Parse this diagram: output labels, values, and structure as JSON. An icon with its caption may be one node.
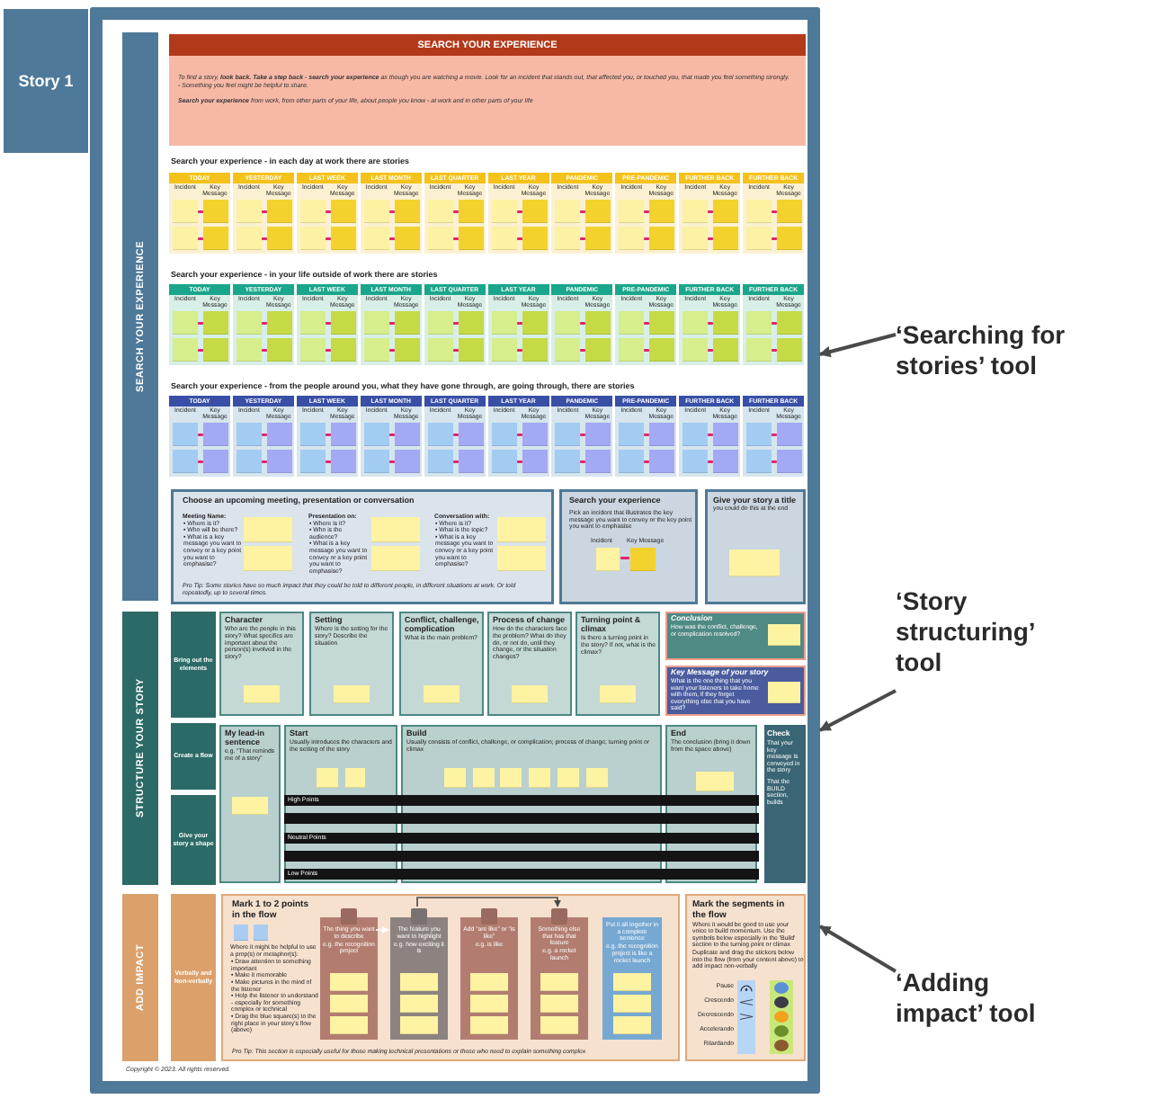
{
  "diagram": {
    "nodes": [
      {
        "text": [
          "Story 1"
        ]
      },
      {
        "text": [],
        "shape": "box"
      },
      {
        "text": [
          "SEARCH YOUR EXPERIENCE"
        ],
        "in": 1
      },
      {
        "text": [
          "SEARCH YOUR EXPERIENCE",
          "To find a story, **look back. Take a step back - search your experience** as though you are watching a movie. Look for an incident that stands out, that affected you, or touched you, that made you feel something strongly. - Something you feel might be helpful to share.",
          "**Search your experience** from work, from other parts of your life, about people you know - at work and in other parts of your life"
        ],
        "in": 1
      },
      {
        "text": [
          "TODAY",
          "Incident",
          "Key Message"
        ],
        "in": 1
      },
      {
        "text": [
          "YESTERDAY",
          "Incident",
          "Key Message"
        ],
        "in": 1
      },
      {
        "text": [
          "LAST WEEK",
          "Incident",
          "Key Message"
        ],
        "in": 1
      },
      {
        "text": [
          "LAST MONTH",
          "Incident",
          "Key Message"
        ],
        "in": 1
      },
      {
        "text": [
          "LAST QUARTER",
          "Incident",
          "Key Message"
        ],
        "in": 1
      },
      {
        "text": [
          "LAST YEAR",
          "Incident",
          "Key Message"
        ],
        "in": 1
      },
      {
        "text": [
          "PANDEMIC",
          "Incident",
          "Key Message"
        ],
        "in": 1
      },
      {
        "text": [
          "PRE-PANDEMIC",
          "Incident",
          "Key Message"
        ],
        "in": 1
      },
      {
        "text": [
          "FURTHER BACK",
          "Incident",
          "Key Message"
        ],
        "in": 1
      },
      {
        "text": [
          "FURTHER BACK",
          "Incident",
          "Key Message"
        ],
        "in": 1
      },
      {
        "text": [
          "TODAY",
          "Incident",
          "Key Message"
        ],
        "in": 1
      },
      {
        "text": [
          "YESTERDAY",
          "Incident",
          "Key Message"
        ],
        "in": 1
      },
      {
        "text": [
          "LAST WEEK",
          "Incident",
          "Key Message"
        ],
        "in": 1
      },
      {
        "text": [
          "LAST MONTH",
          "Incident",
          "Key Message"
        ],
        "in": 1
      },
      {
        "text": [
          "LAST QUARTER",
          "Incident",
          "Key Message"
        ],
        "in": 1
      },
      {
        "text": [
          "LAST YEAR",
          "Incident",
          "Key Message"
        ],
        "in": 1
      },
      {
        "text": [
          "PANDEMIC",
          "Incident",
          "Key Message"
        ],
        "in": 1
      },
      {
        "text": [
          "PRE-PANDEMIC",
          "Incident",
          "Key Message"
        ],
        "in": 1
      },
      {
        "text": [
          "FURTHER BACK",
          "Incident",
          "Key Message"
        ],
        "in": 1
      },
      {
        "text": [
          "FURTHER BACK",
          "Incident",
          "Key Message"
        ],
        "in": 1
      },
      {
        "text": [
          "TODAY",
          "Incident",
          "Key Message"
        ],
        "in": 1
      },
      {
        "text": [
          "YESTERDAY",
          "Incident",
          "Key Message"
        ],
        "in": 1
      },
      {
        "text": [
          "LAST WEEK",
          "Incident",
          "Key Message"
        ],
        "in": 1
      },
      {
        "text": [
          "LAST MONTH",
          "Incident",
          "Key Message"
        ],
        "in": 1
      },
      {
        "text": [
          "LAST QUARTER",
          "Incident",
          "Key Message"
        ],
        "in": 1
      },
      {
        "text": [
          "LAST YEAR",
          "Incident",
          "Key Message"
        ],
        "in": 1
      },
      {
        "text": [
          "PANDEMIC",
          "Incident",
          "Key Message"
        ],
        "in": 1
      },
      {
        "text": [
          "PRE-PANDEMIC",
          "Incident",
          "Key Message"
        ],
        "in": 1
      },
      {
        "text": [
          "FURTHER BACK",
          "Incident",
          "Key Message"
        ],
        "in": 1
      },
      {
        "text": [
          "FURTHER BACK",
          "Incident",
          "Key Message"
        ],
        "in": 1
      },
      {
        "text": [
          "Choose an upcoming meeting, presentation or conversation",
          "Meeting Name:",
          "• Where is it?",
          "• Who will be there?",
          "• What is a key message you want to convey or a key point you want to emphasise?",
          "Presentation on:",
          "• Where is it?",
          "• Who is the audience?",
          "• What is a key message you want to convey or a key point you want to emphasise?",
          "Conversation with:",
          "• Where is it?",
          "• What is the topic?",
          "• What is a key message you want to convey or a key point you want to emphasise?",
          "Pro Tip: Some stories have so much impact that they could be told to different people, in different situations at work. Or told repeatedly, up to several times."
        ],
        "in": 1
      },
      {
        "text": [
          "Search your experience",
          "Pick an incident that illustrates the key message you want to convey or the key point you want to emphasise",
          "Incident",
          "Key Message"
        ],
        "in": 1
      },
      {
        "text": [
          "Give your story a title",
          "you could do this at the end"
        ],
        "in": 1
      },
      {
        "text": [
          "STRUCTURE YOUR STORY"
        ],
        "in": 1
      },
      {
        "text": [
          "Bring out the elements"
        ],
        "in": 1
      },
      {
        "text": [
          "Create a flow"
        ],
        "in": 1
      },
      {
        "text": [
          "Give your story a shape"
        ],
        "in": 1
      },
      {
        "text": [
          "Character",
          "Who are the people in this story? What specifics are important about the person(s) involved in the story?"
        ],
        "in": 1
      },
      {
        "text": [
          "Setting",
          "Where is the setting for the story? Describe the situation"
        ],
        "in": 1
      },
      {
        "text": [
          "Conflict, challenge, complication",
          "What is the main problem?"
        ],
        "in": 1
      },
      {
        "text": [
          "Process of change",
          "How do the characters face the problem? What do they do, or not do, until they change, or the situation changes?"
        ],
        "in": 1
      },
      {
        "text": [
          "Turning point & climax",
          "Is there a turning point in the story? If not, what is the climax?"
        ],
        "in": 1
      },
      {
        "text": [
          "Conclusion",
          "How was the conflict, challenge, or complication resolved?"
        ],
        "in": 1
      },
      {
        "text": [
          "Key Message of your story",
          "What is the one thing that you want your listeners to take home with them, if they forget everything else that you have said?"
        ],
        "in": 1
      },
      {
        "text": [
          "My lead-in sentence",
          "e.g. “That reminds me of a story”"
        ],
        "in": 1
      },
      {
        "text": [
          "Start",
          "Usually introduces the characters and the setting of the story"
        ],
        "in": 1
      },
      {
        "text": [
          "Build",
          "Usually consists of conflict, challenge, or complication; process of change; turning point or climax"
        ],
        "in": 1
      },
      {
        "text": [
          "End",
          "The conclusion (bring it down from the space above)"
        ],
        "in": 1
      },
      {
        "text": [
          "Check",
          "That your key message is conveyed in the story",
          "That the BUILD section, builds"
        ],
        "in": 1
      },
      {
        "text": [
          "High Points"
        ],
        "in": 1
      },
      {
        "text": [],
        "shape": "bar",
        "in": 1
      },
      {
        "text": [
          "Neutral Points"
        ],
        "in": 1
      },
      {
        "text": [],
        "shape": "bar",
        "in": 1
      },
      {
        "text": [
          "Low Points"
        ],
        "in": 1
      },
      {
        "text": [
          "ADD IMPACT"
        ],
        "in": 1
      },
      {
        "text": [
          "Verbally and Non-verbally"
        ],
        "in": 1
      },
      {
        "text": [
          "Mark 1 to 2 points in the flow",
          "Where it might be helpful to use a prop(s) or metaphor(s):",
          "• Draw attention to something important",
          "• Make it memorable",
          "• Make pictures in the mind of the listener",
          "• Help the listener to understand - especially for something complex or technical",
          "• Drag the blue square(s) to the right place in your story's flow (above)",
          "Pro Tip: This section is especially useful for those making technical presentations or those who need to explain something complex"
        ],
        "in": 1
      },
      {
        "text": [
          "The thing you want to describe",
          "e.g. the recognition project"
        ],
        "in": 60
      },
      {
        "text": [
          "The feature you want to highlight",
          "e.g. how exciting it is"
        ],
        "in": 60
      },
      {
        "text": [
          "Add “are like” or “is like”",
          "e.g. is like"
        ],
        "in": 60
      },
      {
        "text": [
          "Something else that has that feature",
          "e.g. a rocket launch"
        ],
        "in": 60
      },
      {
        "text": [
          "Put it all together in a complete sentence",
          "e.g. the recognition project is like a rocket launch"
        ],
        "in": 60
      },
      {
        "text": [
          "Mark the segments in the flow",
          "Where it would be good to use your voice to build momentum. Use the symbols below especially in the 'Build' section to the turning point or climax",
          "Duplicate and drag the stickers below into the flow (from your content above) to add impact non-verbally",
          "Pause",
          "Crescendo",
          "Decrescendo",
          "Accelerando",
          "Ritardando"
        ],
        "in": 1
      },
      {
        "text": [
          "‘Searching for stories’ tool"
        ]
      },
      {
        "text": [
          "‘Story structuring’ tool"
        ]
      },
      {
        "text": [
          "‘Adding impact’ tool"
        ]
      }
    ],
    "edges": [
      {
        "from": 61,
        "to": 62,
        "arrow": "to",
        "color": "#ffffff"
      },
      {
        "from": 62,
        "to": 64,
        "arrow": "to"
      },
      {
        "from": 67,
        "to": 1,
        "arrow": "to"
      },
      {
        "from": 68,
        "to": 1,
        "arrow": "to"
      },
      {
        "from": 69,
        "to": 1,
        "arrow": "to"
      }
    ],
    "labels": [
      "Search your experience - in each day at work there are stories",
      "Search your experience - in your life outside of work there are stories",
      "Search your experience - from the people around you, what they have gone through, are going through, there are stories",
      "Copyright © 2023. All rights reserved."
    ]
  }
}
